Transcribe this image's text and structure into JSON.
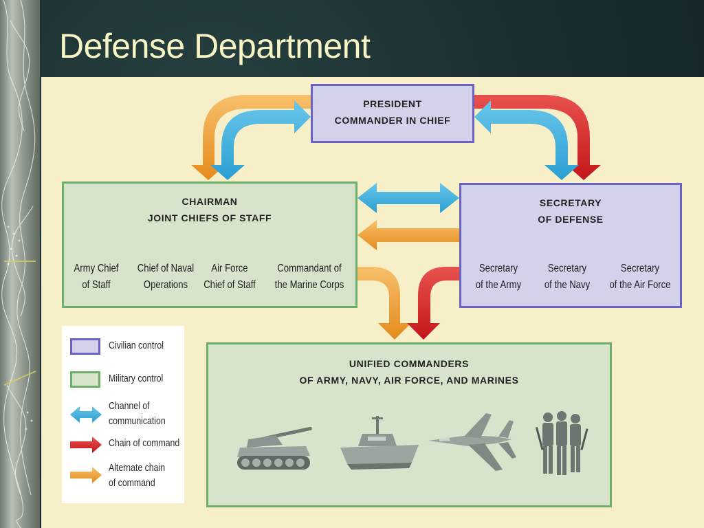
{
  "slide": {
    "title": "Defense Department"
  },
  "nodes": {
    "president": {
      "line1": "PRESIDENT",
      "line2": "COMMANDER IN CHIEF"
    },
    "jcs": {
      "line1": "CHAIRMAN",
      "line2": "JOINT CHIEFS OF STAFF"
    },
    "secdef": {
      "line1": "SECRETARY",
      "line2": "OF DEFENSE"
    },
    "unified": {
      "line1": "UNIFIED COMMANDERS",
      "line2": "OF ARMY, NAVY, AIR FORCE, AND MARINES"
    }
  },
  "jcs_members": [
    {
      "line1": "Army Chief",
      "line2": "of Staff"
    },
    {
      "line1": "Chief of Naval",
      "line2": "Operations"
    },
    {
      "line1": "Air Force",
      "line2": "Chief of Staff"
    },
    {
      "line1": "Commandant of",
      "line2": "the Marine Corps"
    }
  ],
  "secdef_members": [
    {
      "line1": "Secretary",
      "line2": "of the Army"
    },
    {
      "line1": "Secretary",
      "line2": "of the Navy"
    },
    {
      "line1": "Secretary",
      "line2": "of the Air Force"
    }
  ],
  "legend": {
    "civilian": {
      "label": "Civilian control"
    },
    "military": {
      "label": "Military control"
    },
    "communication": {
      "line1": "Channel of",
      "line2": "communication"
    },
    "command": {
      "label": "Chain of command"
    },
    "alternate": {
      "line1": "Alternate chain",
      "line2": "of command"
    }
  },
  "colors": {
    "communication": "#3aaedc",
    "command": "#d3201f",
    "alternate": "#ec9a2a",
    "civilian_fill": "#d3d2ea",
    "civilian_border": "#6a63c2",
    "military_fill": "#d7e3cb",
    "military_border": "#6cae6a",
    "panel": "#f7efc7",
    "title": "#f7f5c6"
  },
  "icons": [
    "tank-icon",
    "patrol-boat-icon",
    "fighter-jet-icon",
    "soldiers-icon"
  ]
}
